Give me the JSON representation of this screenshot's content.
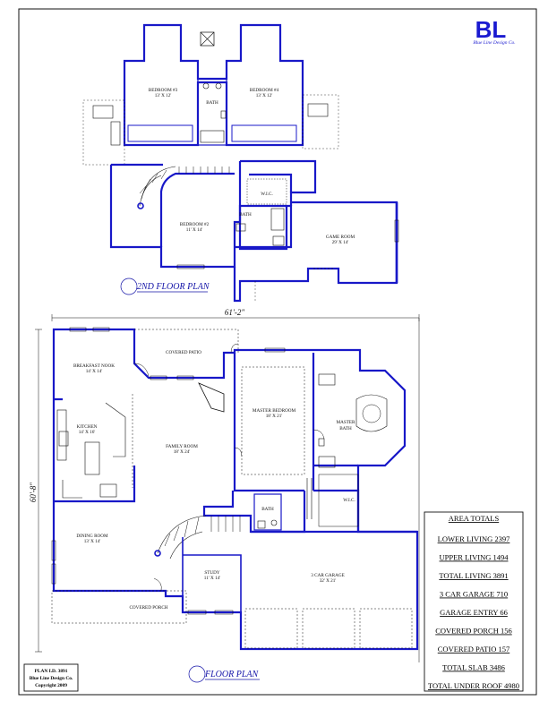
{
  "logo": {
    "letters": "BL",
    "script": "Blue Line Design Co."
  },
  "second_floor": {
    "title": "2ND FLOOR PLAN",
    "rooms": [
      {
        "id": "bed3",
        "name": "BEDROOM #3",
        "size": "13' X 12'"
      },
      {
        "id": "bed4",
        "name": "BEDROOM #4",
        "size": "13' X 12'"
      },
      {
        "id": "bath_upper",
        "name": "BATH",
        "size": ""
      },
      {
        "id": "wic_upper",
        "name": "W.I.C.",
        "size": ""
      },
      {
        "id": "bath2",
        "name": "BATH",
        "size": ""
      },
      {
        "id": "bed2",
        "name": "BEDROOM #2",
        "size": "11' X 14'"
      },
      {
        "id": "game",
        "name": "GAME ROOM",
        "size": "29' X 14'"
      }
    ]
  },
  "first_floor": {
    "title": "FLOOR PLAN",
    "width_dim": "61'-2\"",
    "depth_dim": "60'-8\"",
    "rooms": [
      {
        "id": "covpatio",
        "name": "COVERED PATIO",
        "size": ""
      },
      {
        "id": "breakfast",
        "name": "BREAKFAST NOOK",
        "size": "14' X 14'"
      },
      {
        "id": "kitchen",
        "name": "KITCHEN",
        "size": "14' X 16'"
      },
      {
        "id": "family",
        "name": "FAMILY ROOM",
        "size": "18' X 24'"
      },
      {
        "id": "master",
        "name": "MASTER BEDROOM",
        "size": "18' X 21'"
      },
      {
        "id": "mbath",
        "name": "MASTER",
        "size": "BATH"
      },
      {
        "id": "wic",
        "name": "W.I.C.",
        "size": ""
      },
      {
        "id": "bath_lower",
        "name": "BATH",
        "size": ""
      },
      {
        "id": "dining",
        "name": "DINING ROOM",
        "size": "13' X 14'"
      },
      {
        "id": "study",
        "name": "STUDY",
        "size": "11' X 14'"
      },
      {
        "id": "garage",
        "name": "3 CAR GARAGE",
        "size": "32' X 21'"
      },
      {
        "id": "covporch",
        "name": "COVERED PORCH",
        "size": ""
      }
    ]
  },
  "area_totals": {
    "title": "AREA TOTALS",
    "rows": [
      {
        "label": "LOWER LIVING",
        "value": "2397"
      },
      {
        "label": "UPPER LIVING",
        "value": "1494"
      },
      {
        "label": "TOTAL LIVING",
        "value": "3891"
      },
      {
        "label": "3 CAR GARAGE",
        "value": "710"
      },
      {
        "label": "GARAGE ENTRY",
        "value": "66"
      },
      {
        "label": "COVERED PORCH",
        "value": "156"
      },
      {
        "label": "COVERED PATIO",
        "value": "157"
      },
      {
        "label": "TOTAL SLAB",
        "value": "3486"
      },
      {
        "label": "TOTAL UNDER ROOF",
        "value": "4980"
      }
    ]
  },
  "plan_info": {
    "plan_id": "PLAN I.D. 3891",
    "company": "Blue Line Design Co.",
    "copyright": "Copyright 2009"
  },
  "colors": {
    "wall": "#1818c8",
    "line": "#111111",
    "title": "#1414a8"
  }
}
